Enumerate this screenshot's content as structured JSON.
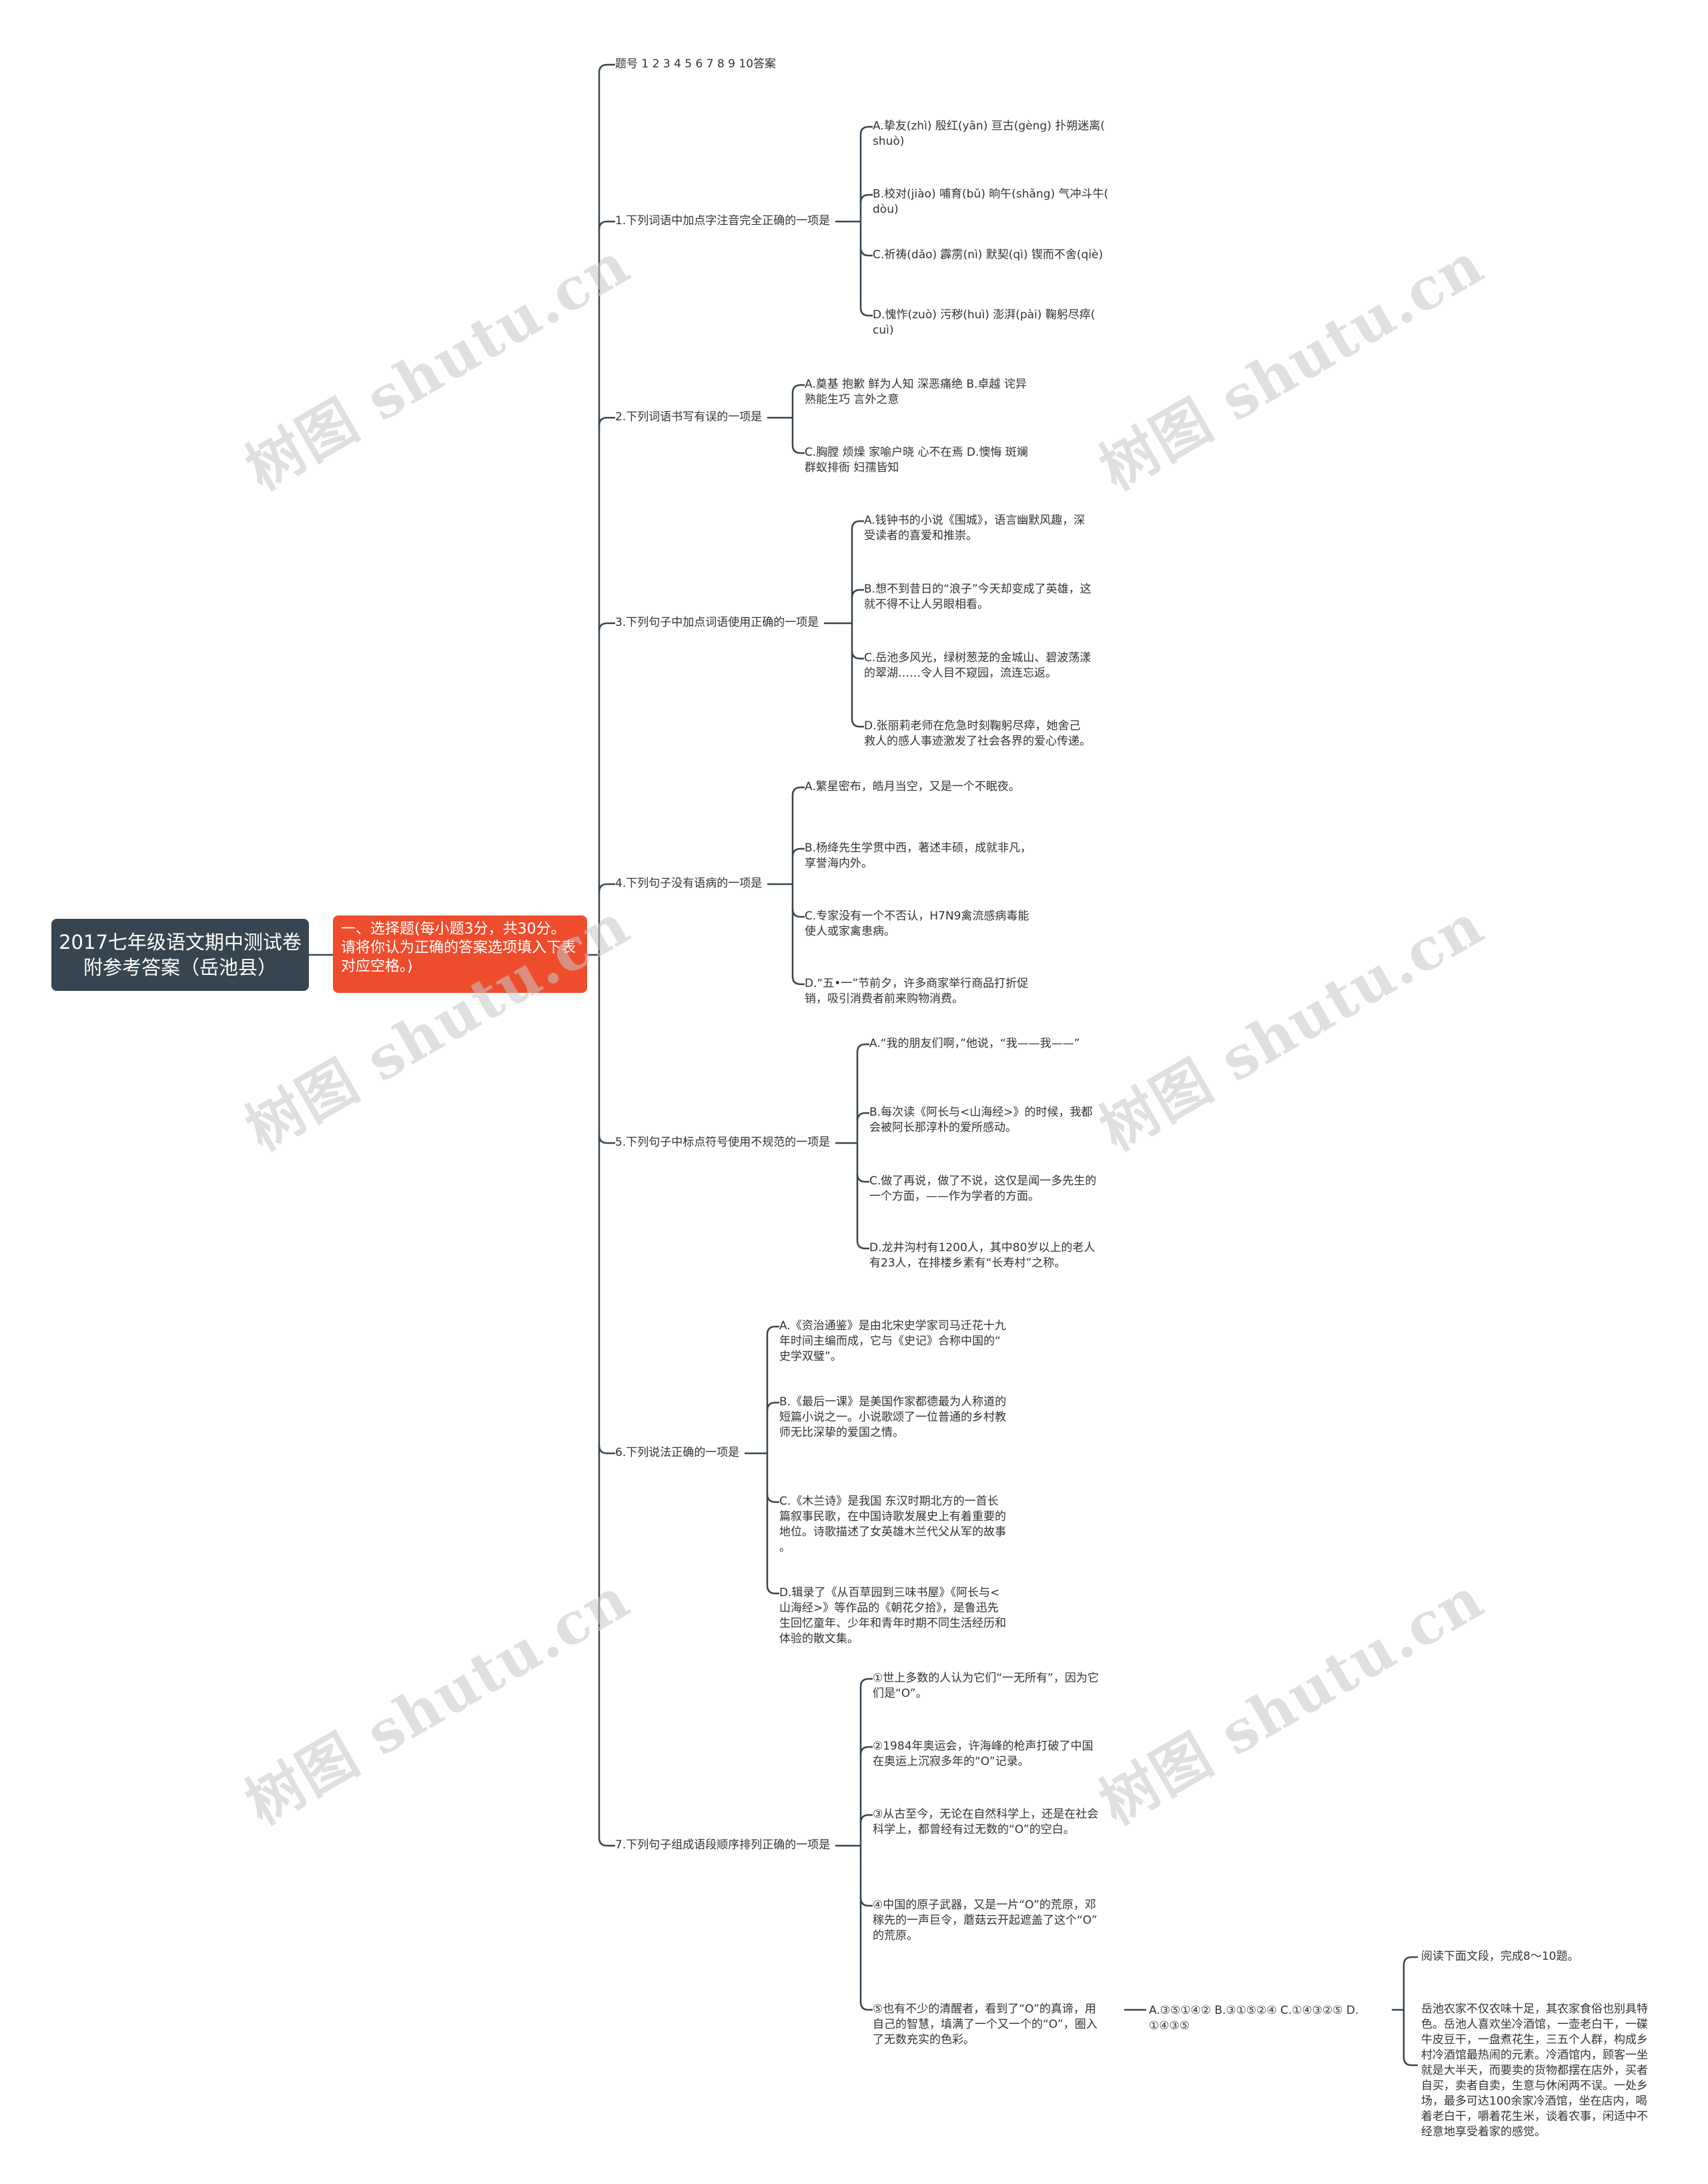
{
  "root": {
    "title": "2017七年级语文期中测试卷附参考答案（岳池县）"
  },
  "section": {
    "label": "一、选择题(每小题3分，共30分。请将你认为正确的答案选项填入下表对应空格。)"
  },
  "answer_header": "题号 1 2 3 4 5 6 7 8 9 10答案",
  "questions": [
    {
      "label": "1.下列词语中加点字注音完全正确的一项是",
      "options": [
        "A.挚友(zhì) 殷红(yān) 亘古(gèng) 扑朔迷离(\nshuò)",
        "B.校对(jiào) 哺育(bǔ) 晌午(shǎng) 气冲斗牛(\ndòu)",
        "C.祈祷(dǎo) 霹雳(nì) 默契(qì) 锲而不舍(qiè)",
        "D.愧怍(zuò) 污秽(huì) 澎湃(pài) 鞠躬尽瘁(\ncuì)"
      ]
    },
    {
      "label": "2.下列词语书写有误的一项是",
      "options": [
        "A.奠基 抱歉 鲜为人知 深恶痛绝 B.卓越 诧异\n熟能生巧 言外之意",
        "C.胸膛 烦燥 家喻户晓 心不在焉 D.懊悔 斑斓\n群蚁排衙 妇孺皆知"
      ]
    },
    {
      "label": "3.下列句子中加点词语使用正确的一项是",
      "options": [
        "A.钱钟书的小说《围城》，语言幽默风趣，深\n受读者的喜爱和推崇。",
        "B.想不到昔日的“浪子”今天却变成了英雄，这\n就不得不让人另眼相看。",
        "C.岳池多风光，绿树葱茏的金城山、碧波荡漾\n的翠湖……令人目不窥园，流连忘返。",
        "D.张丽莉老师在危急时刻鞠躬尽瘁，她舍己\n救人的感人事迹激发了社会各界的爱心传递。"
      ]
    },
    {
      "label": "4.下列句子没有语病的一项是",
      "options": [
        "A.繁星密布，皓月当空，又是一个不眠夜。",
        "B.杨绛先生学贯中西，著述丰硕，成就非凡，\n享誉海内外。",
        "C.专家没有一个不否认，H7N9禽流感病毒能\n使人或家禽患病。",
        "D.“五•一”节前夕，许多商家举行商品打折促\n销，吸引消费者前来购物消费。"
      ]
    },
    {
      "label": "5.下列句子中标点符号使用不规范的一项是",
      "options": [
        "A.“我的朋友们啊，”他说，“我——我——”",
        "B.每次读《阿长与<山海经>》的时候，我都\n会被阿长那淳朴的爱所感动。",
        "C.做了再说，做了不说，这仅是闻一多先生的\n一个方面，——作为学者的方面。",
        "D.龙井沟村有1200人，其中80岁以上的老人\n有23人，在排楼乡素有“长寿村”之称。"
      ]
    },
    {
      "label": "6.下列说法正确的一项是",
      "options": [
        "A.《资治通鉴》是由北宋史学家司马迁花十九\n年时间主编而成，它与《史记》合称中国的“\n史学双璧”。",
        "B.《最后一课》是美国作家都德最为人称道的\n短篇小说之一。小说歌颂了一位普通的乡村教\n师无比深挚的爱国之情。",
        "C.《木兰诗》是我国 东汉时期北方的一首长\n篇叙事民歌，在中国诗歌发展史上有着重要的\n地位。诗歌描述了女英雄木兰代父从军的故事\n。",
        "D.辑录了《从百草园到三味书屋》《阿长与<\n山海经>》等作品的《朝花夕拾》，是鲁迅先\n生回忆童年、少年和青年时期不同生活经历和\n体验的散文集。"
      ]
    },
    {
      "label": "7.下列句子组成语段顺序排列正确的一项是",
      "options": [
        "①世上多数的人认为它们“一无所有”，因为它\n们是“O”。",
        "②1984年奥运会，许海峰的枪声打破了中国\n在奥运上沉寂多年的“O”记录。",
        "③从古至今，无论在自然科学上，还是在社会\n科学上，都曾经有过无数的“O”的空白。",
        "④中国的原子武器，又是一片“O”的荒原，邓\n稼先的一声巨令，蘑菇云开起遮盖了这个“O”\n的荒原。",
        "⑤也有不少的清醒者，看到了“O”的真谛，用\n自己的智慧，填满了一个又一个的“O”，圈入\n了无数充实的色彩。"
      ]
    }
  ],
  "q7_choices": "A.③⑤①④② B.③①⑤②④ C.①④③②⑤ D.\n①④③⑤",
  "reading": {
    "intro": "阅读下面文段，完成8～10题。",
    "passage": "岳池农家不仅农味十足，其农家食俗也别具特\n色。岳池人喜欢坐冷酒馆，一壶老白干，一碟\n牛皮豆干，一盘煮花生，三五个人群，构成乡\n村冷酒馆最热闹的元素。冷酒馆内，顾客一坐\n就是大半天，而要卖的货物都摆在店外，买者\n自买，卖者自卖，生意与休闲两不误。一处乡\n场，最多可达100余家冷酒馆，坐在店内，喝\n着老白干，嚼着花生米，谈着农事，闲适中不\n经意地享受着家的感觉。"
  },
  "watermark": "树图 shutu.cn",
  "colors": {
    "root_bg": "#36454f",
    "section_bg": "#ee4d2d",
    "line": "#36454f"
  }
}
